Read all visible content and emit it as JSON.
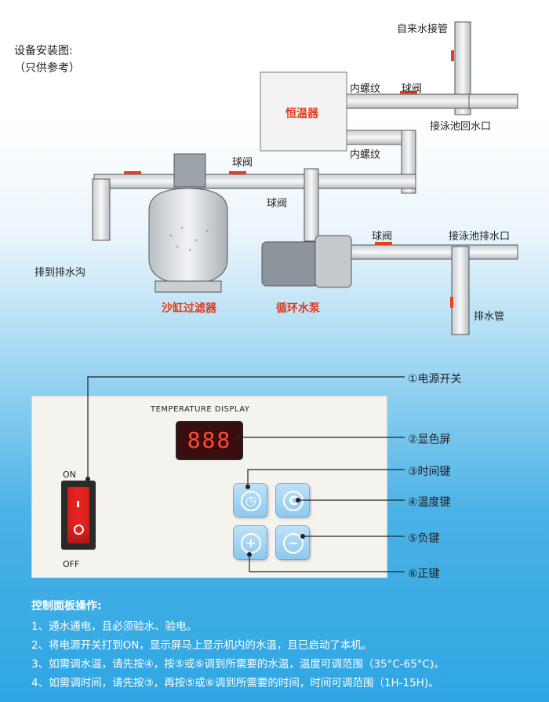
{
  "install": {
    "title": "设备安装图:",
    "note": "（只供参考）"
  },
  "labels": {
    "tap_water": "自来水接管",
    "inner_thread_top": "内螺纹",
    "ball_valve_top": "球阀",
    "heater": "恒温器",
    "pool_return": "接泳池回水口",
    "inner_thread_bottom": "内螺纹",
    "ball_valve_mid": "球阀",
    "ball_valve_low": "球阀",
    "drain_to_ditch": "排到排水沟",
    "ball_valve_right": "球阀",
    "pool_drain": "接泳池排水口",
    "sand_filter": "沙缸过滤器",
    "pump": "循环水泵",
    "drain_pipe": "排水管"
  },
  "panel": {
    "title": "TEMPERATURE   DISPLAY",
    "display_text": "888",
    "switch_on": "ON",
    "switch_off": "OFF",
    "callouts": [
      "①电源开关",
      "②显色屏",
      "③时间键",
      "④温度键",
      "⑤负键",
      "⑥正键"
    ]
  },
  "operations": {
    "heading": "控制面板操作:",
    "items": [
      "1、通水通电，且必须验水、验电。",
      "2、将电源开关打到ON，显示屏马上显示机内的水温，且已启动了本机。",
      "3、如需调水温，请先按④，按⑤或⑥调到所需要的水温，温度可调范围（35°C-65°C)。",
      "4、如需调时间，请先按③，再按⑤或⑥调到所需要的时间，时间可调范围（1H-15H)。"
    ]
  },
  "colors": {
    "accent_red": "#e03a1e",
    "pipe": "#e6e8ea",
    "valve": "#e8401c"
  }
}
